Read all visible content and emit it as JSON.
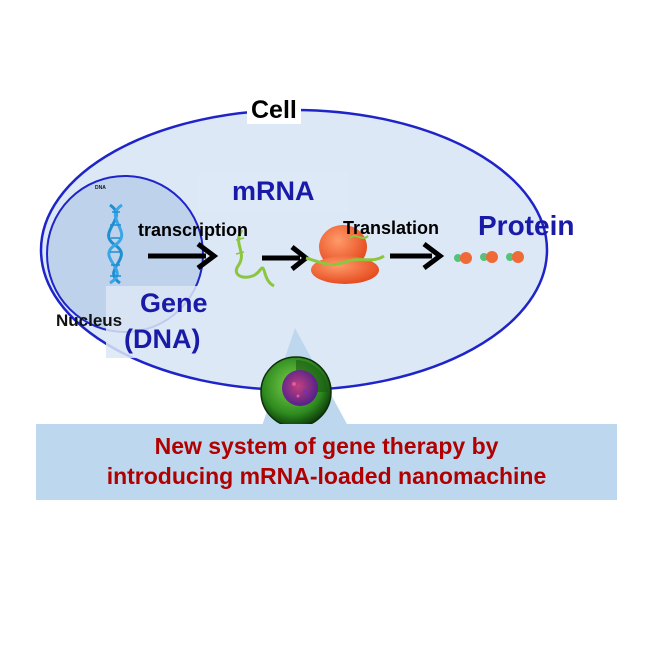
{
  "labels": {
    "cell": "Cell",
    "mrna": "mRNA",
    "transcription": "transcription",
    "translation": "Translation",
    "protein": "Protein",
    "nucleus": "Nucleus",
    "gene": "Gene",
    "dna": "(DNA)",
    "dna_tiny": "DNA"
  },
  "banner": {
    "line1": "New system of gene therapy by",
    "line2": "introducing mRNA-loaded nanomachine"
  },
  "colors": {
    "cell_fill": "#dce8f6",
    "cell_outline": "#1f24c8",
    "label_blue": "#1a1aa8",
    "banner_bg": "#bdd7ee",
    "banner_text": "#b00000",
    "ribosome": "#f0643a",
    "mrna_strand": "#8cc63f",
    "dna_helix": "#1e8fd0"
  },
  "icons": [
    "dna-helix-icon",
    "mrna-strand-icon",
    "ribosome-icon",
    "protein-molecule-icon",
    "nanomachine-sphere-icon",
    "arrow-right-icon"
  ]
}
